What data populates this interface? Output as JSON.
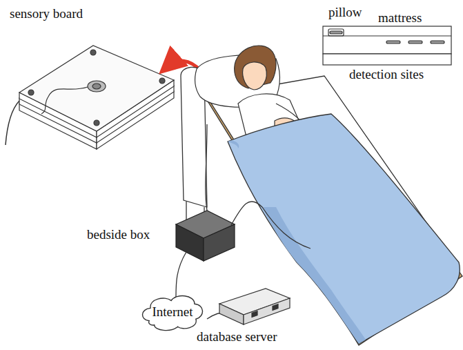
{
  "diagram": {
    "nodes": [
      {
        "text": [
          "Internet"
        ]
      }
    ],
    "labels": [
      "sensory board",
      "pillow",
      "mattress",
      "detection sites",
      "bedside box",
      "database server"
    ]
  }
}
